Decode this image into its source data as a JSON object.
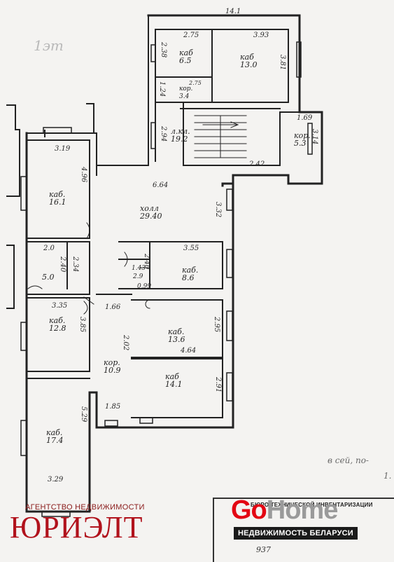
{
  "page_mark": "1эт",
  "rooms": [
    {
      "key": "r1",
      "label": "каб",
      "area": "6.5"
    },
    {
      "key": "r2",
      "label": "каб",
      "area": "13.0"
    },
    {
      "key": "r3",
      "label": "кор.",
      "area": "3.4"
    },
    {
      "key": "r4",
      "label": "л.кл.",
      "area": "19.2"
    },
    {
      "key": "r5",
      "label": "кор.",
      "area": "5.3"
    },
    {
      "key": "r6",
      "label": "каб.",
      "area": "16.1"
    },
    {
      "key": "r7",
      "label": "холл",
      "area": "29.40"
    },
    {
      "key": "r8",
      "label": "",
      "area": "5.0"
    },
    {
      "key": "r9",
      "label": "",
      "area": "2.9"
    },
    {
      "key": "r10",
      "label": "каб.",
      "area": "8.6"
    },
    {
      "key": "r11",
      "label": "каб.",
      "area": "12.8"
    },
    {
      "key": "r12",
      "label": "каб.",
      "area": "13.6"
    },
    {
      "key": "r13",
      "label": "кор.",
      "area": "10.9"
    },
    {
      "key": "r14",
      "label": "каб",
      "area": "14.1"
    },
    {
      "key": "r15",
      "label": "каб.",
      "area": "17.4"
    }
  ],
  "dimensions": {
    "top": "14.1",
    "d1": "2.75",
    "d2": "3.93",
    "d3": "2.38",
    "d4": "3.81",
    "d5": "1.24",
    "d6": "2.75",
    "d7": "2.94",
    "d8": "1.69",
    "d9": "3.14",
    "d10": "3.19",
    "d11": "4.96",
    "d12": "2.42",
    "d13": "6.64",
    "d14": "3.32",
    "d15": "2.0",
    "d16": "2.40",
    "d17": "2.34",
    "d18": "3.55",
    "d19": "1.43",
    "d20": "2.40",
    "d21": "0.99",
    "d22": "3.35",
    "d23": "1.66",
    "d24": "3.85",
    "d25": "2.95",
    "d26": "2.02",
    "d27": "4.64",
    "d28": "2.91",
    "d29": "1.85",
    "d30": "5.29",
    "d31": "3.29"
  },
  "handwriting": {
    "h1": "в сей, по-",
    "h2": "1."
  },
  "agency": {
    "subtitle": "АГЕНТСТВО НЕДВИЖИМОСТИ",
    "name": "ЮРИЭЛТ"
  },
  "stamp": {
    "title": "БЮРО ТЕХНИЧЕСКОЙ ИНВЕНТАРИЗАЦИИ",
    "number": "937"
  },
  "gohome": {
    "go": "Go",
    "home": "Home",
    "tagline": "НЕДВИЖИМОСТЬ БЕЛАРУСИ"
  }
}
